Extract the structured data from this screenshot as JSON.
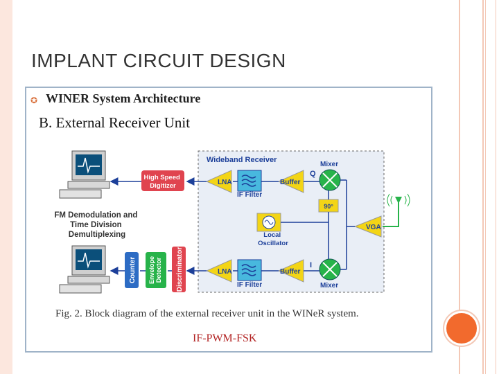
{
  "slide": {
    "title": "IMPLANT  CIRCUIT DESIGN",
    "bullet": "WINER System Architecture",
    "section": "B. External Receiver Unit",
    "caption": "Fig. 2.   Block diagram of the external receiver unit in the WINeR system.",
    "modulation": "IF-PWM-FSK"
  },
  "diagram": {
    "wideband_receiver": "Wideband Receiver",
    "high_speed_digitizer": [
      "High Speed",
      "Digitizer"
    ],
    "lna": "LNA",
    "if_filter": "IF Filter",
    "buffer": "Buffer",
    "mixer": "Mixer",
    "q": "Q",
    "i": "I",
    "phase": "90°",
    "local_oscillator": [
      "Local",
      "Oscillator"
    ],
    "vga": "VGA",
    "fm_demod": [
      "FM Demodulation and",
      "Time Division",
      "Demultiplexing"
    ],
    "counter": "Counter",
    "envelope_detector": [
      "Envelope",
      "Detector"
    ],
    "discriminator": "Discriminator",
    "colors": {
      "red_block": "#e0444f",
      "green_block": "#27b34a",
      "blue_block": "#2d6cc4",
      "yellow_block": "#f3d516",
      "cyan_block": "#48b8de",
      "receiver_fill": "#e9eef6",
      "arrow": "#1c3f99"
    }
  }
}
